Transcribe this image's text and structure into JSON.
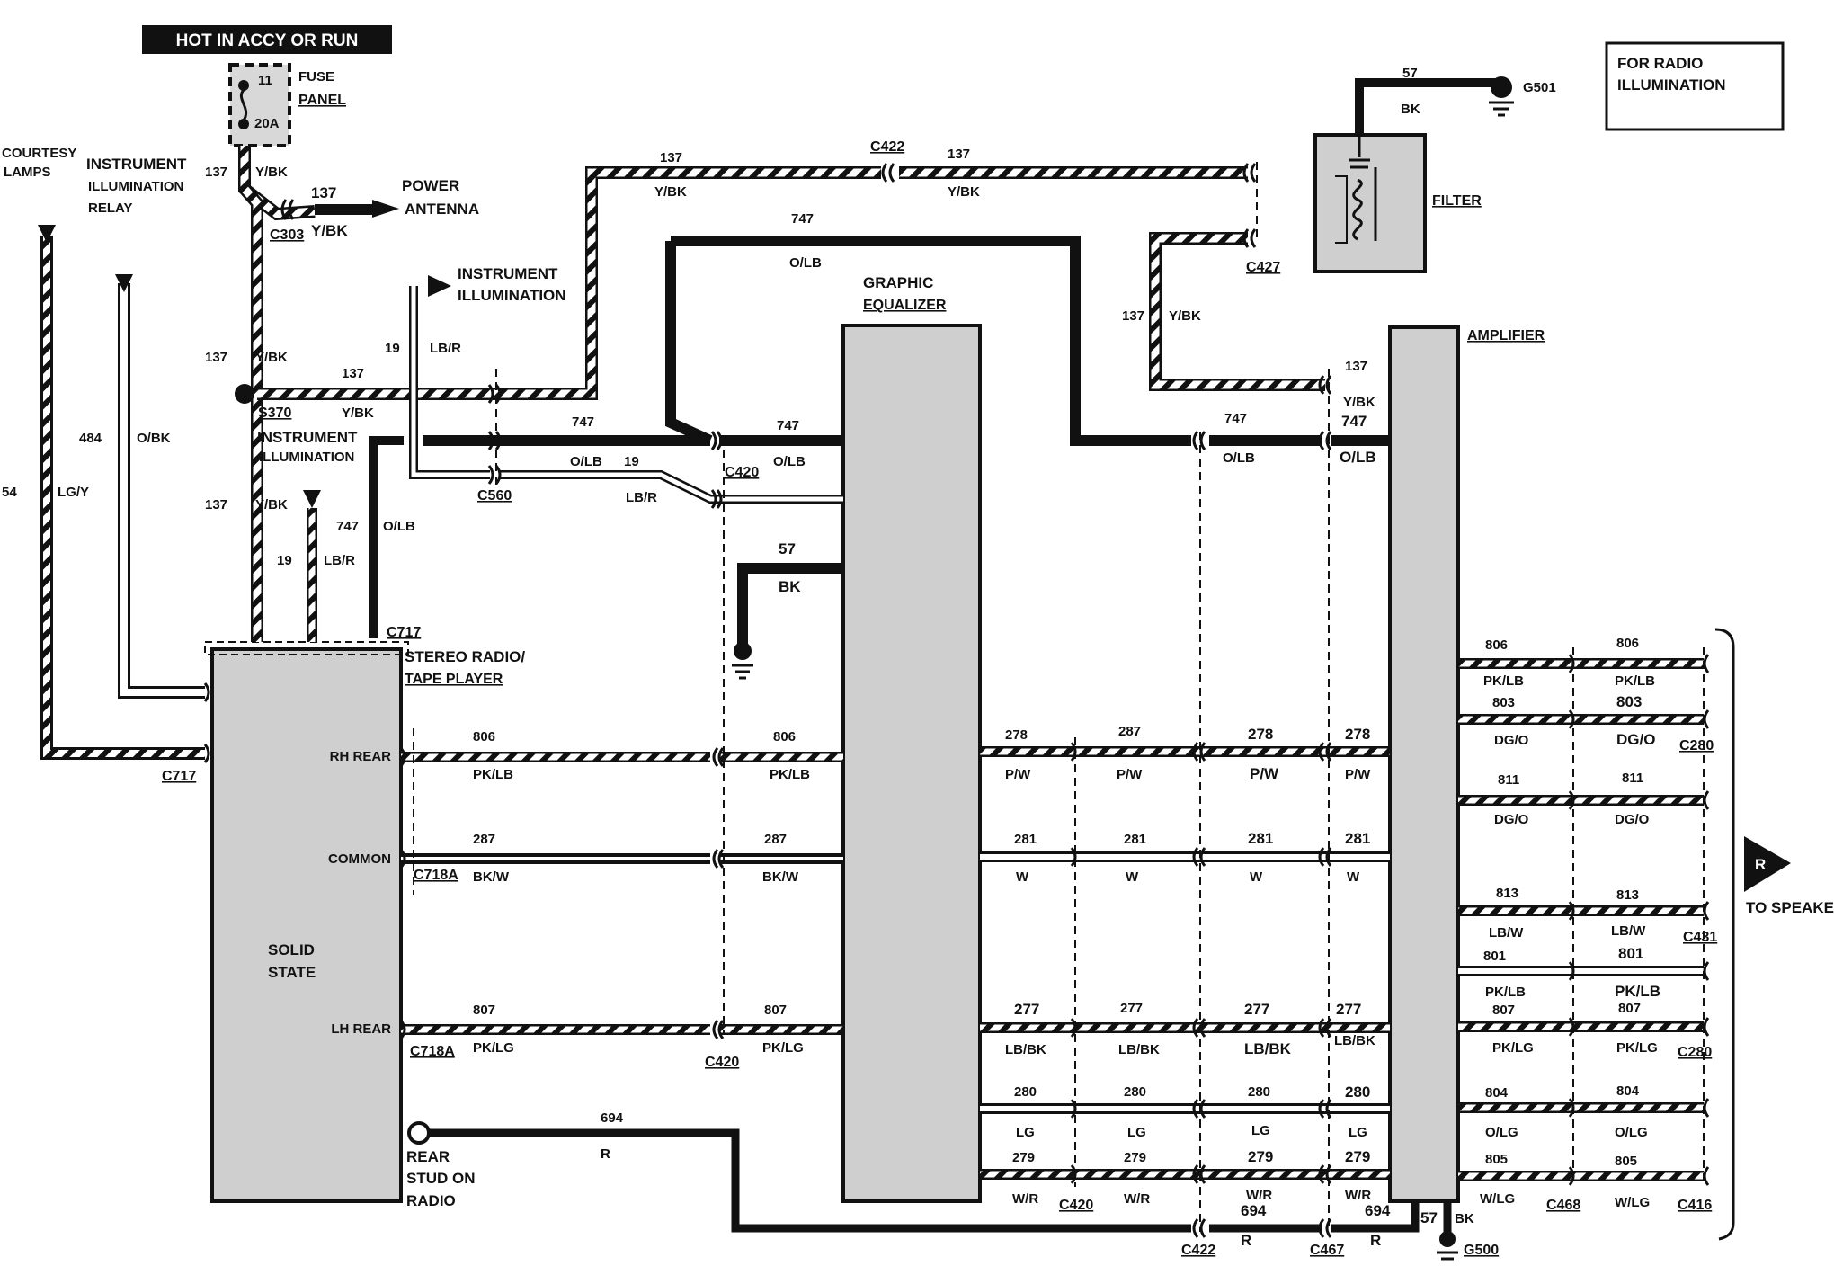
{
  "header": {
    "hot_label": "HOT IN ACCY OR RUN",
    "note": [
      "FOR RADIO",
      "ILLUMINATION"
    ]
  },
  "fuse": {
    "number": "11",
    "rating": "20A",
    "label": [
      "FUSE",
      "PANEL"
    ]
  },
  "components": {
    "radio": [
      "STEREO RADIO/",
      "TAPE PLAYER"
    ],
    "solid_state": [
      "SOLID",
      "STATE"
    ],
    "rh_rear": "RH REAR",
    "common": "COMMON",
    "lh_rear": "LH REAR",
    "rear_stud": [
      "REAR",
      "STUD ON",
      "RADIO"
    ],
    "equalizer": [
      "GRAPHIC",
      "EQUALIZER"
    ],
    "amplifier": "AMPLIFIER",
    "filter": "FILTER",
    "to_speakers": "TO SPEAKERS",
    "speaker_ref": "R"
  },
  "destinations": {
    "courtesy_lamps": [
      "COURTESY",
      "LAMPS"
    ],
    "instrument_relay": [
      "INSTRUMENT",
      "ILLUMINATION",
      "RELAY"
    ],
    "power_antenna": [
      "POWER",
      "ANTENNA"
    ],
    "instrument_illumination_top": [
      "INSTRUMENT",
      "ILLUMINATION"
    ],
    "instrument_illumination_left": [
      "INSTRUMENT",
      "ILLUMINATION"
    ]
  },
  "connectors": {
    "c303": "C303",
    "s370": "S370",
    "c560": "C560",
    "c717": "C717",
    "c420": "C420",
    "c422": "C422",
    "c427": "C427",
    "c718a": "C718A",
    "c280": "C280",
    "c431": "C431",
    "c468": "C468",
    "c416": "C416",
    "c467": "C467",
    "g500": "G500",
    "g501": "G501"
  },
  "circuits": {
    "c137": "137",
    "ybk": "Y/BK",
    "c747": "747",
    "olb": "O/LB",
    "c19": "19",
    "lbr": "LB/R",
    "c484": "484",
    "obk": "O/BK",
    "c54": "54",
    "lgy": "LG/Y",
    "c57": "57",
    "bk": "BK",
    "c694": "694",
    "r": "R",
    "c806": "806",
    "pklb": "PK/LB",
    "c287": "287",
    "bkw": "BK/W",
    "c807": "807",
    "pklg": "PK/LG",
    "c278": "278",
    "pw": "P/W",
    "c281": "281",
    "w": "W",
    "c277": "277",
    "lbbk": "LB/BK",
    "c280": "280",
    "lg": "LG",
    "c279": "279",
    "wr": "W/R",
    "c803": "803",
    "dgo": "DG/O",
    "c811": "811",
    "c813": "813",
    "lbw": "LB/W",
    "c801": "801",
    "c804": "804",
    "olg": "O/LG",
    "c805": "805",
    "wlg": "W/LG"
  },
  "colors": {
    "wire": "#111111",
    "component_fill": "#cfcfcf",
    "background": "#ffffff"
  }
}
